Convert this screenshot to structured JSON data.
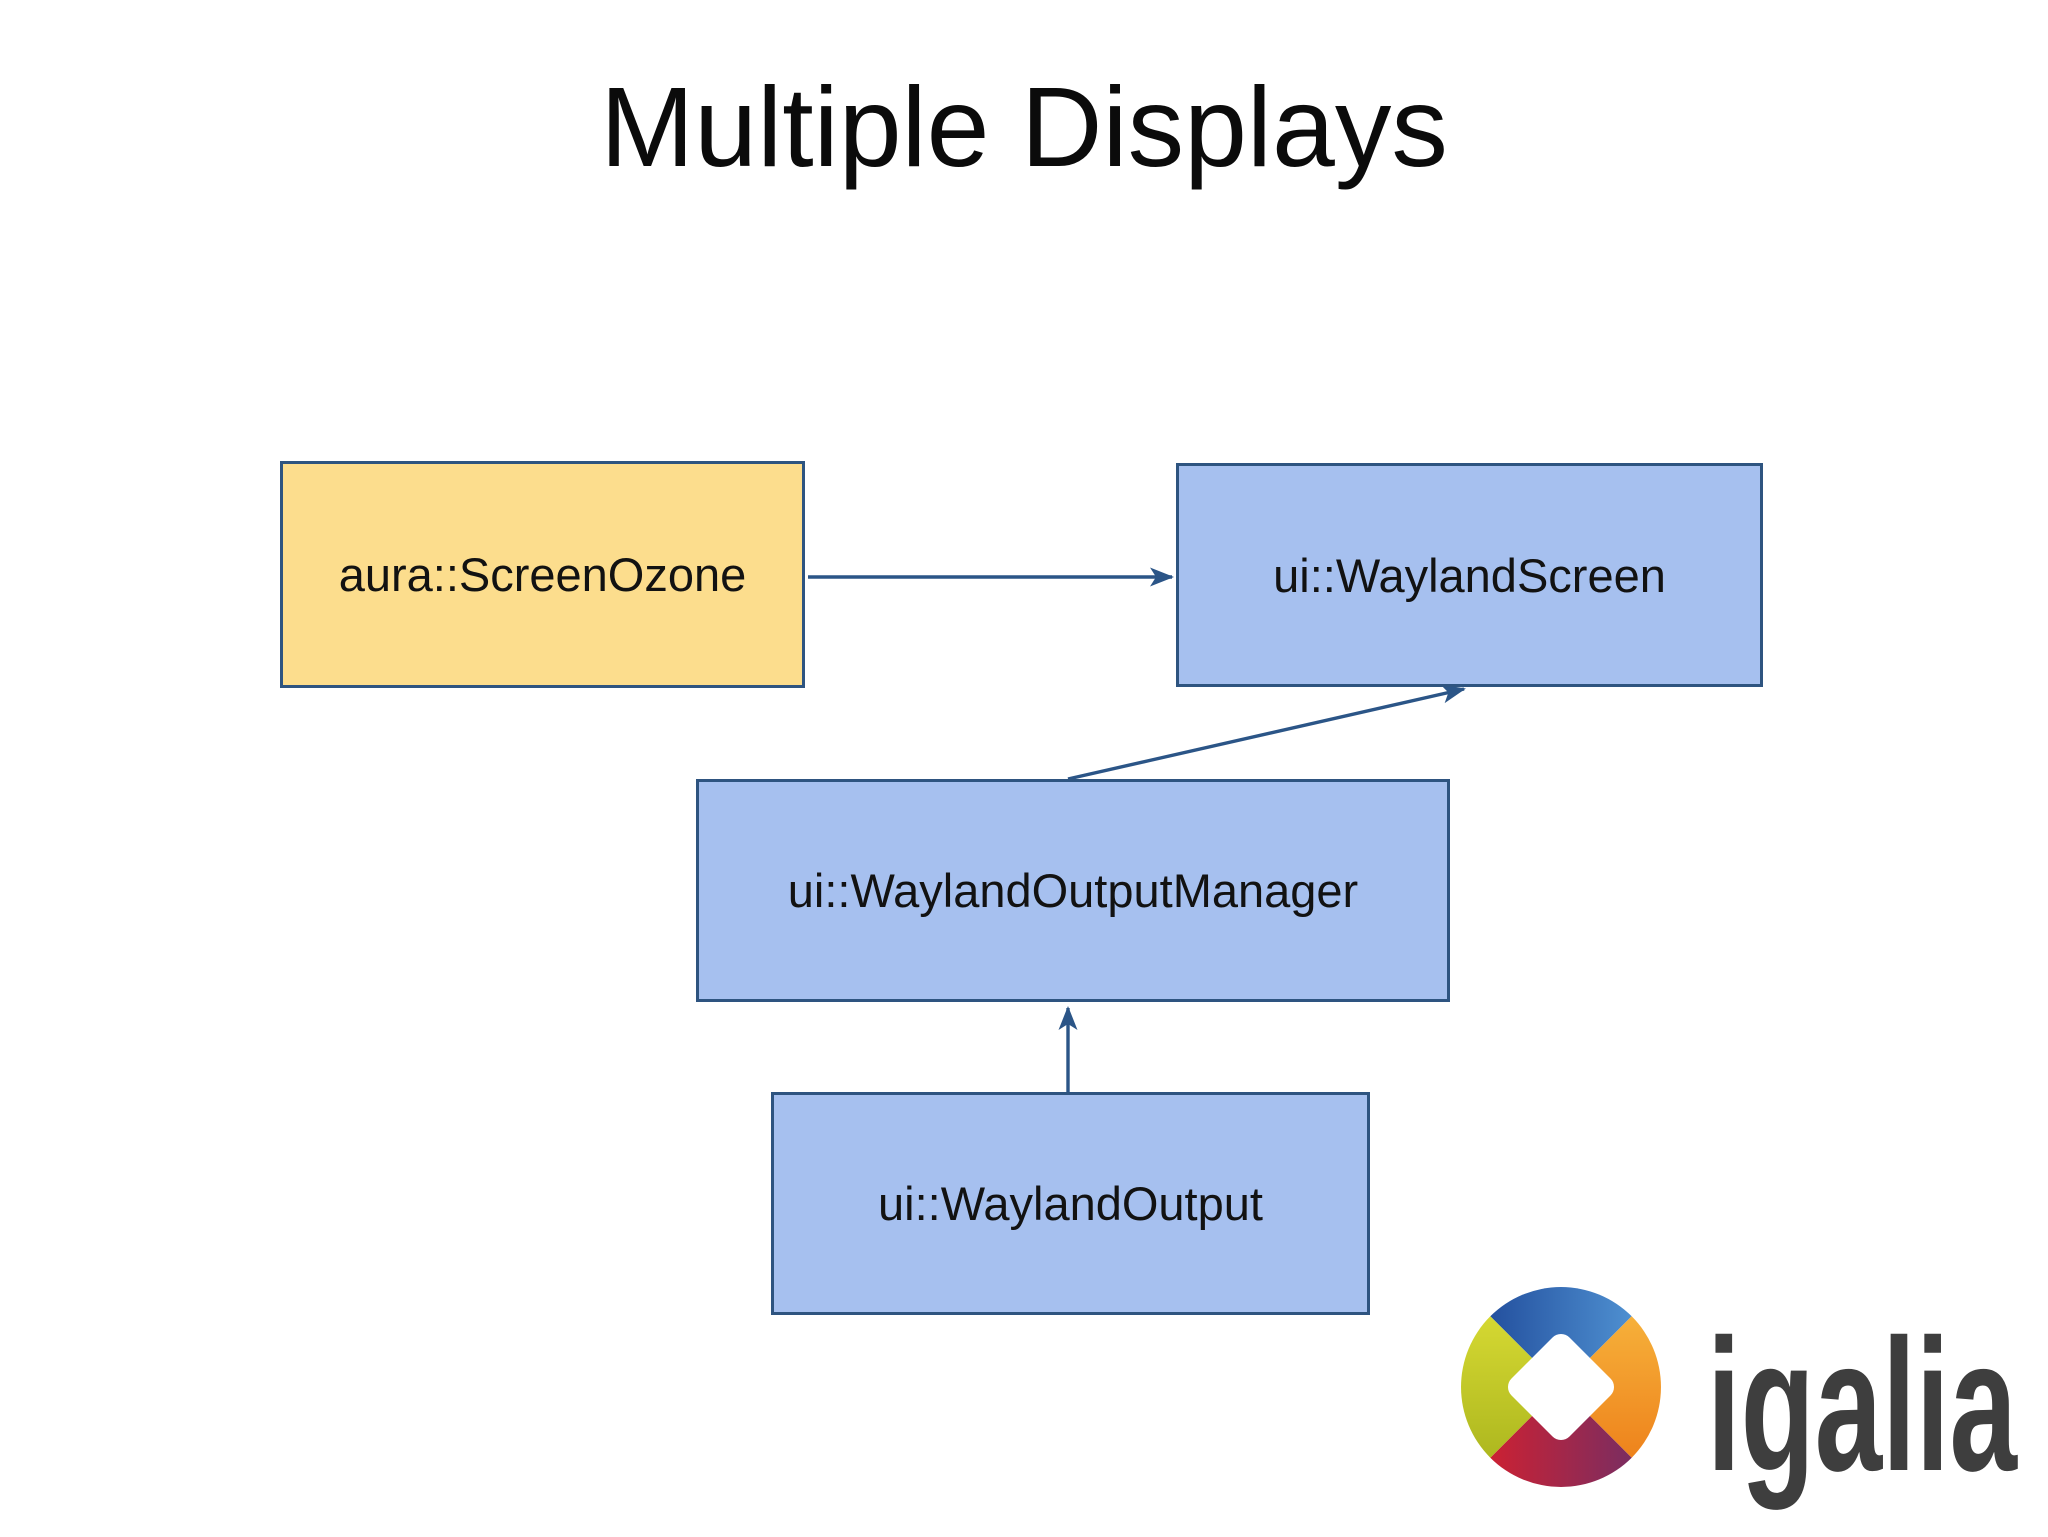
{
  "slide": {
    "title": "Multiple Displays",
    "background_color": "#ffffff"
  },
  "diagram": {
    "nodes": [
      {
        "id": "screen-ozone",
        "label": "aura::ScreenOzone",
        "fill": "#fcdd8d",
        "border": "#2e5480"
      },
      {
        "id": "wayland-screen",
        "label": "ui::WaylandScreen",
        "fill": "#a6c0ef",
        "border": "#2e5480"
      },
      {
        "id": "wayland-output-manager",
        "label": "ui::WaylandOutputManager",
        "fill": "#a6c0ef",
        "border": "#2e5480"
      },
      {
        "id": "wayland-output",
        "label": "ui::WaylandOutput",
        "fill": "#a6c0ef",
        "border": "#2e5480"
      }
    ],
    "edges": [
      {
        "from": "aura::ScreenOzone",
        "to": "ui::WaylandScreen",
        "style": "arrow"
      },
      {
        "from": "ui::WaylandOutputManager",
        "to": "ui::WaylandScreen",
        "style": "arrow"
      },
      {
        "from": "ui::WaylandOutput",
        "to": "ui::WaylandOutputManager",
        "style": "arrow"
      }
    ],
    "arrow_color": "#2b5587"
  },
  "logo": {
    "wordmark": "igalia",
    "text_color": "#3e3e3e",
    "mark_colors": {
      "blue_top": [
        "#24519f",
        "#4e8fd0"
      ],
      "orange_right": [
        "#f6b03a",
        "#ee831c"
      ],
      "red_bottom_left": "#cb2133",
      "purple_bottom_right": "#7b2d60",
      "green_left": [
        "#d5d832",
        "#aeb81f"
      ]
    }
  }
}
